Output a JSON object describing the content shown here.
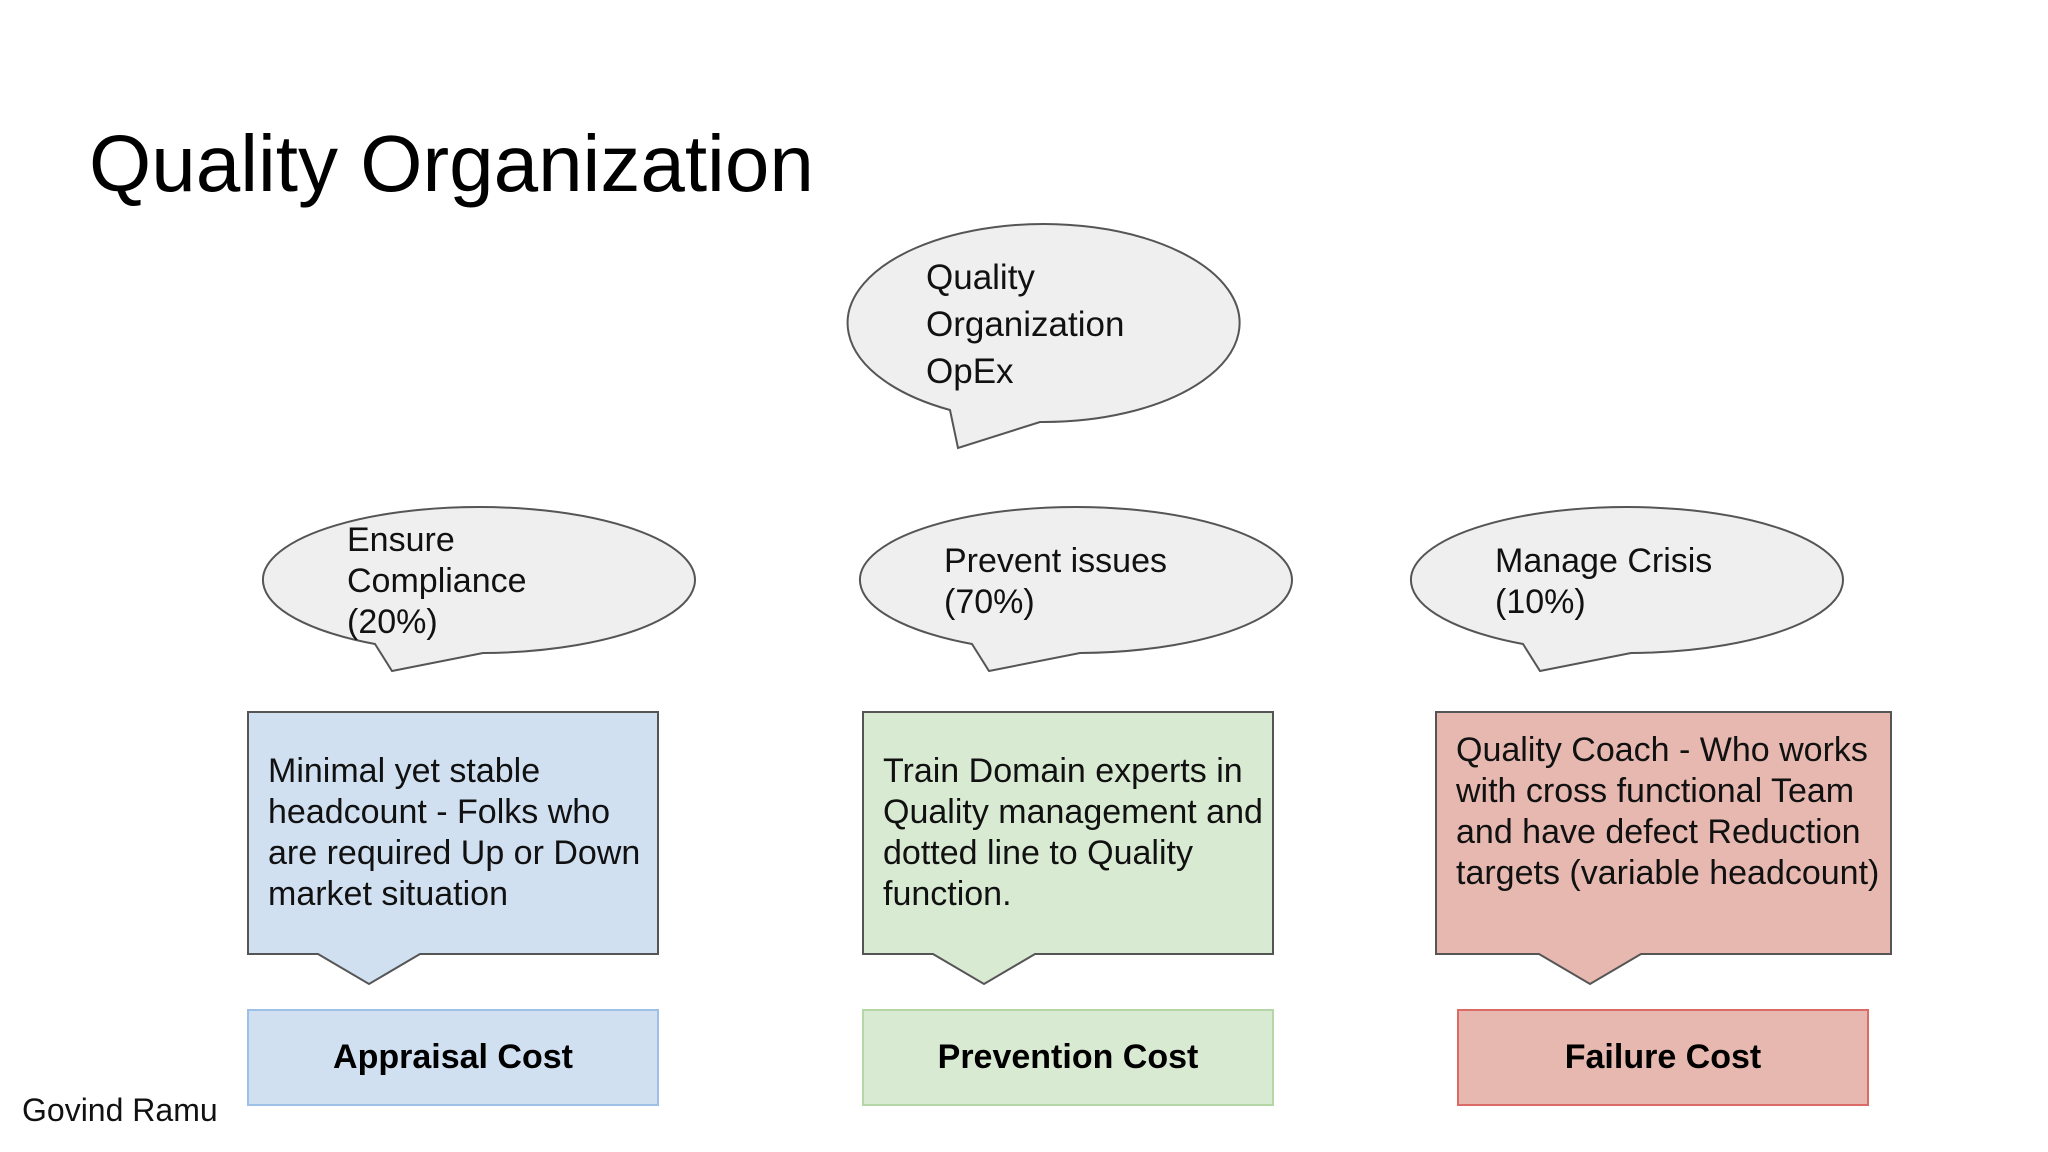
{
  "slide": {
    "title": "Quality Organization",
    "top_bubble": "Quality\nOrganization\nOpEx",
    "columns": [
      {
        "bubble": "Ensure\nCompliance\n(20%)",
        "description": "Minimal yet stable headcount - Folks who are required Up or Down market situation",
        "cost_label": "Appraisal Cost",
        "fill_color": "#d0e0f1",
        "border_color": "#9ec0e6"
      },
      {
        "bubble": "Prevent issues\n(70%)",
        "description": "Train Domain experts in Quality management and dotted line to Quality function.",
        "cost_label": "Prevention Cost",
        "fill_color": "#d9ead3",
        "border_color": "#b5d7a8"
      },
      {
        "bubble": "Manage Crisis\n(10%)",
        "description": "Quality Coach - Who works with cross functional Team and have defect Reduction targets (variable headcount)",
        "cost_label": "Failure Cost",
        "fill_color": "#e6b8b0",
        "border_color": "#dc6a66"
      }
    ],
    "bubble_fill": "#efefef",
    "author": "Govind Ramu"
  }
}
